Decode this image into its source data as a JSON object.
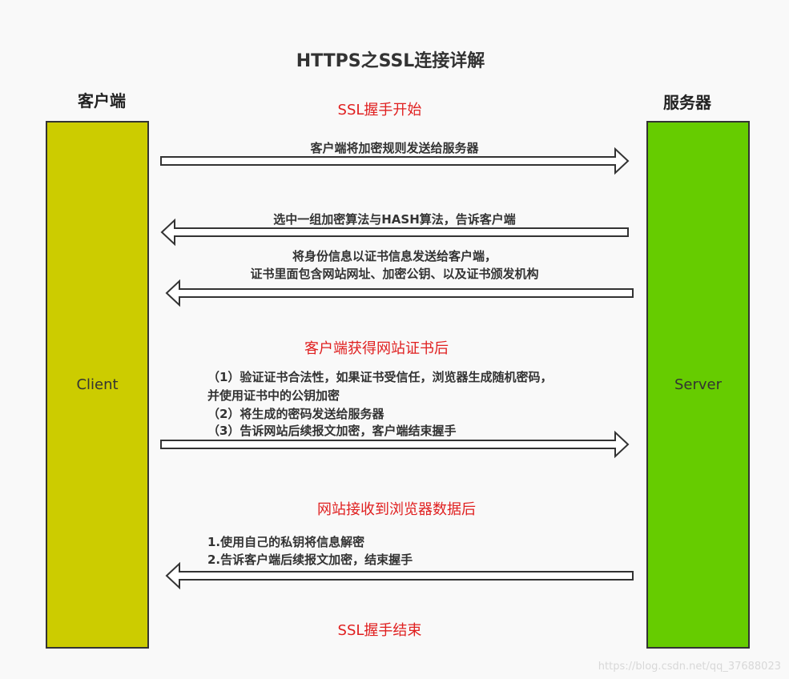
{
  "title": "HTTPS之SSL连接详解",
  "client": {
    "header": "客户端",
    "lane_label": "Client",
    "color": "#cccc00"
  },
  "server": {
    "header": "服务器",
    "lane_label": "Server",
    "color": "#66cc00"
  },
  "phases": {
    "handshake_start": "SSL握手开始",
    "client_gets_cert": "客户端获得网站证书后",
    "server_gets_data": "网站接收到浏览器数据后",
    "handshake_end": "SSL握手结束"
  },
  "messages": {
    "m1": "客户端将加密规则发送给服务器",
    "m2": "选中一组加密算法与HASH算法，告诉客户端",
    "m3_line1": "将身份信息以证书信息发送给客户端，",
    "m3_line2": "证书里面包含网站网址、加密公钥、以及证书颁发机构",
    "m4_line1": "（1）验证证书合法性，如果证书受信任，浏览器生成随机密码，",
    "m4_line2": "并使用证书中的公钥加密",
    "m4_line3": "（2）将生成的密码发送给服务器",
    "m4_line4": "（3）告诉网站后续报文加密，客户端结束握手",
    "m5_line1": "1.使用自己的私钥将信息解密",
    "m5_line2": "2.告诉客户端后续报文加密，结束握手"
  },
  "watermark": "https://blog.csdn.net/qq_37688023"
}
